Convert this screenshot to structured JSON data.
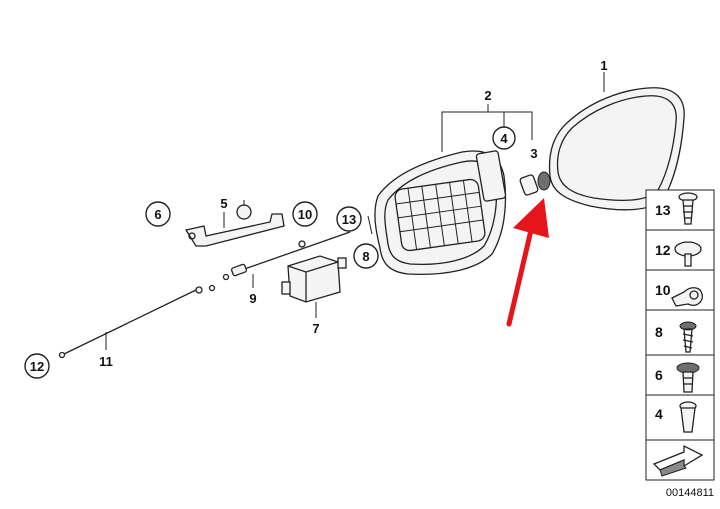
{
  "callouts": {
    "c1": "1",
    "c2": "2",
    "c3": "3",
    "c4": "4",
    "c5": "5",
    "c6": "6",
    "c7": "7",
    "c8": "8",
    "c9": "9",
    "c10": "10",
    "c11": "11",
    "c12": "12",
    "c13": "13"
  },
  "legend": [
    "13",
    "12",
    "10",
    "8",
    "6",
    "4"
  ],
  "diagram_id": "00144811",
  "colors": {
    "arrow": "#e5151b",
    "line": "#222222"
  }
}
